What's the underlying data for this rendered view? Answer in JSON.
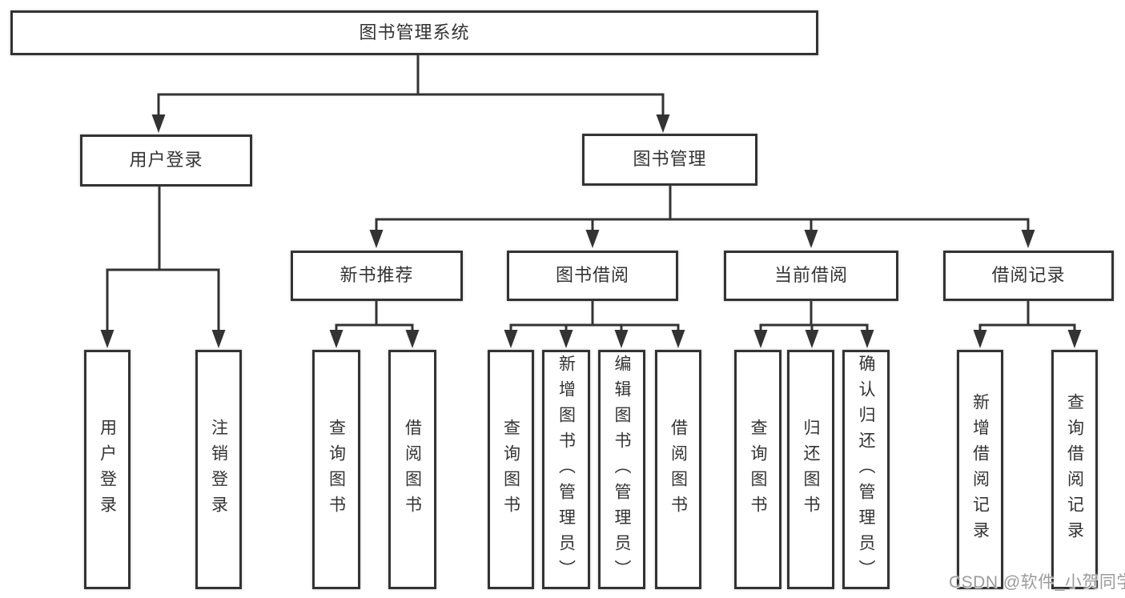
{
  "diagram": {
    "title": "图书管理系统",
    "watermark": "CSDN @软件_小贺同学",
    "colors": {
      "background": "#ffffff",
      "line": "#333333",
      "box_border": "#333333",
      "box_fill": "#ffffff",
      "text": "#333333",
      "watermark_text": "#9b9b9b"
    },
    "nodes": [
      {
        "id": "root",
        "label": "图书管理系统",
        "parent": null,
        "level": 1
      },
      {
        "id": "user-login",
        "label": "用户登录",
        "parent": "root",
        "level": 2
      },
      {
        "id": "book-mgmt",
        "label": "图书管理",
        "parent": "root",
        "level": 2
      },
      {
        "id": "new-book-rec",
        "label": "新书推荐",
        "parent": "book-mgmt",
        "level": 3
      },
      {
        "id": "book-borrow",
        "label": "图书借阅",
        "parent": "book-mgmt",
        "level": 3
      },
      {
        "id": "current-borrow",
        "label": "当前借阅",
        "parent": "book-mgmt",
        "level": 3
      },
      {
        "id": "borrow-records",
        "label": "借阅记录",
        "parent": "book-mgmt",
        "level": 3
      },
      {
        "id": "ul-login",
        "label": "用户登录",
        "parent": "user-login",
        "level": 4
      },
      {
        "id": "ul-logout",
        "label": "注销登录",
        "parent": "user-login",
        "level": 4
      },
      {
        "id": "nr-query",
        "label": "查询图书",
        "parent": "new-book-rec",
        "level": 4
      },
      {
        "id": "nr-borrow",
        "label": "借阅图书",
        "parent": "new-book-rec",
        "level": 4
      },
      {
        "id": "bb-query",
        "label": "查询图书",
        "parent": "book-borrow",
        "level": 4
      },
      {
        "id": "bb-add",
        "label": "新增图书（管理员）",
        "parent": "book-borrow",
        "level": 4
      },
      {
        "id": "bb-edit",
        "label": "编辑图书（管理员）",
        "parent": "book-borrow",
        "level": 4
      },
      {
        "id": "bb-borrow",
        "label": "借阅图书",
        "parent": "book-borrow",
        "level": 4
      },
      {
        "id": "cb-query",
        "label": "查询图书",
        "parent": "current-borrow",
        "level": 4
      },
      {
        "id": "cb-return",
        "label": "归还图书",
        "parent": "current-borrow",
        "level": 4
      },
      {
        "id": "cb-confirm",
        "label": "确认归还（管理员）",
        "parent": "current-borrow",
        "level": 4
      },
      {
        "id": "br-add",
        "label": "新增借阅记录",
        "parent": "borrow-records",
        "level": 4
      },
      {
        "id": "br-query",
        "label": "查询借阅记录",
        "parent": "borrow-records",
        "level": 4
      }
    ]
  }
}
